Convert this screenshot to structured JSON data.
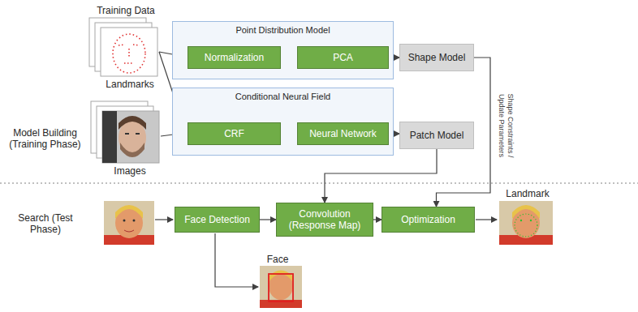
{
  "diagram": {
    "nodes": [
      {
        "text": [
          "Point Distribution Model"
        ]
      },
      {
        "text": [
          "Normalization"
        ],
        "in": 0
      },
      {
        "text": [
          "PCA"
        ],
        "in": 0
      },
      {
        "text": [
          "Shape Model"
        ]
      },
      {
        "text": [
          "Conditional Neural Field"
        ]
      },
      {
        "text": [
          "CRF"
        ],
        "in": 4
      },
      {
        "text": [
          "Neural Network"
        ],
        "in": 4
      },
      {
        "text": [
          "Patch Model"
        ]
      },
      {
        "text": [
          "Face Detection"
        ]
      },
      {
        "text": [
          "Convolution (Response Map)"
        ]
      },
      {
        "text": [
          "Optimization"
        ]
      }
    ],
    "edges": [
      {
        "from": 1,
        "to": 2,
        "arrow": "to"
      },
      {
        "from": 2,
        "to": 3,
        "arrow": "to"
      },
      {
        "from": 5,
        "to": 6,
        "arrow": "to"
      },
      {
        "from": 6,
        "to": 7,
        "arrow": "to"
      },
      {
        "from": 7,
        "to": 9,
        "arrow": "to"
      },
      {
        "from": 3,
        "to": 10,
        "arrow": "to",
        "label": "Shape Constraints / Update Parameters"
      },
      {
        "from": 8,
        "to": 9,
        "arrow": "to"
      },
      {
        "from": 9,
        "to": 10,
        "arrow": "to"
      }
    ],
    "labels": [
      "Training Data",
      "Landmarks",
      "Images",
      "Model Building (Training Phase)",
      "Search (Test Phase)",
      "Landmark",
      "Face"
    ]
  }
}
